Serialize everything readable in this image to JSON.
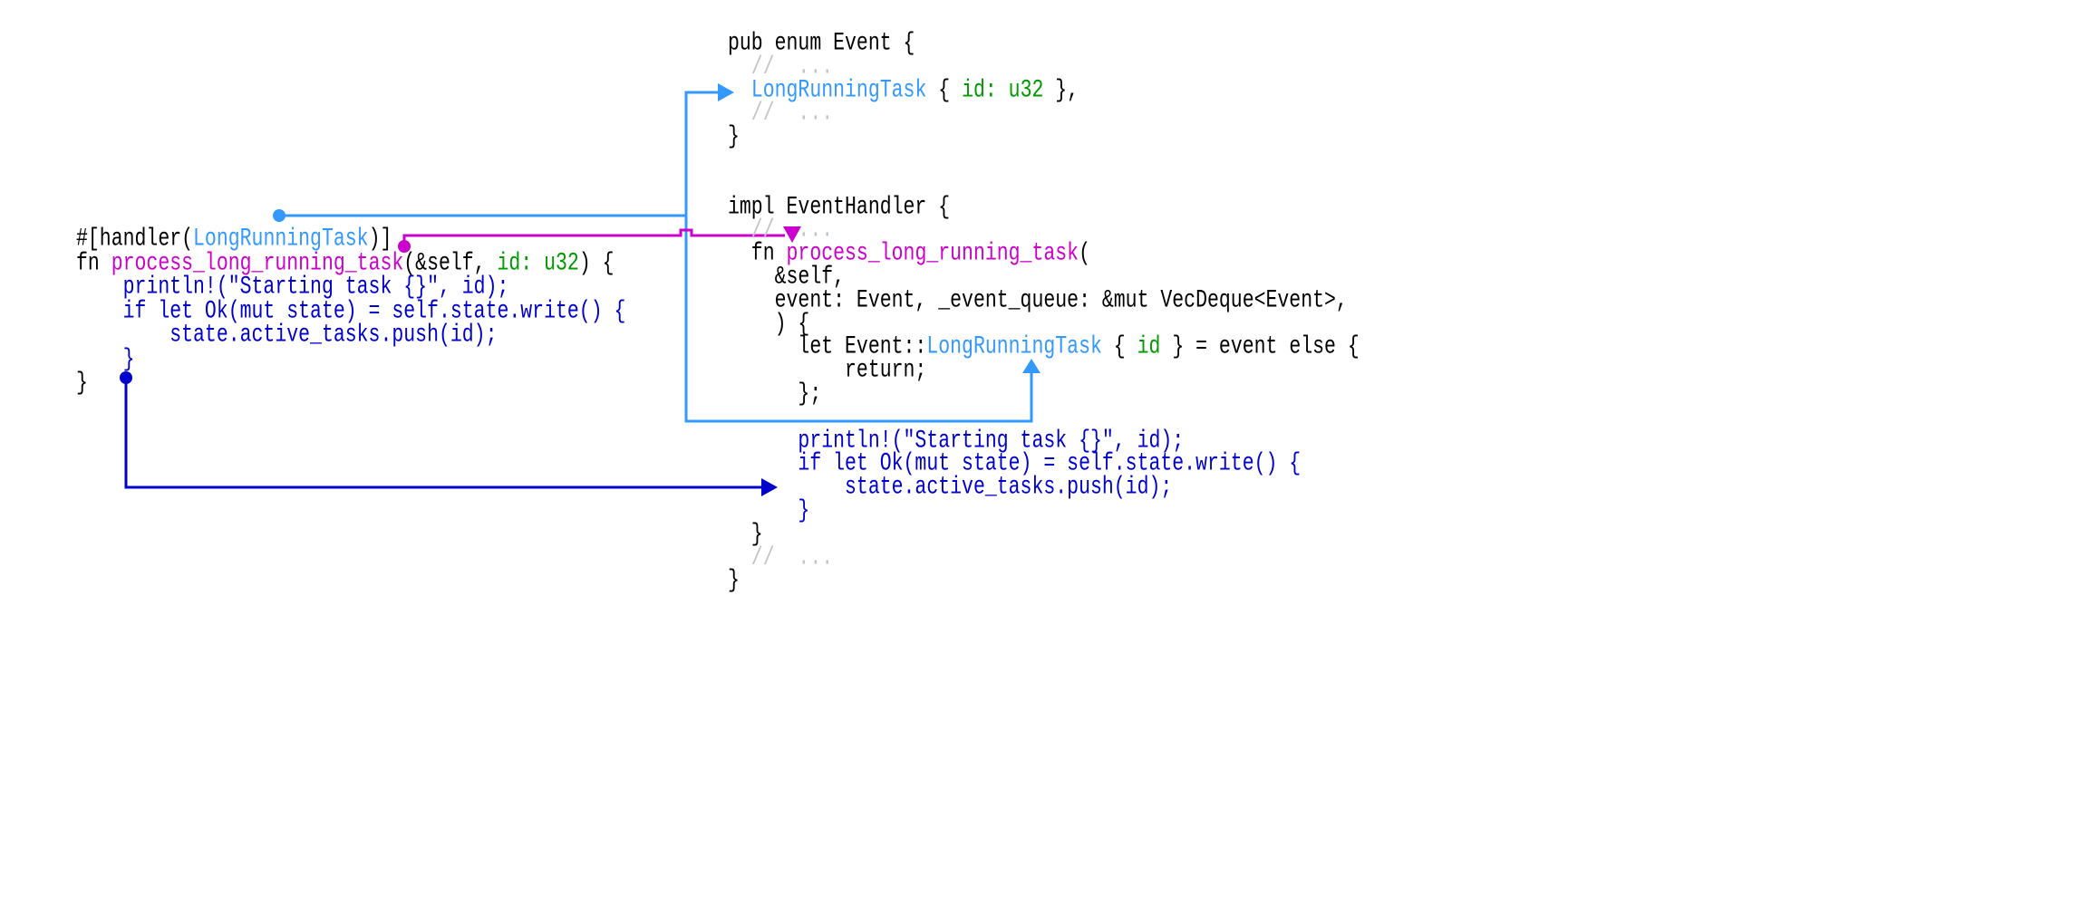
{
  "colors": {
    "type": "#3399ff",
    "function": "#cc00cc",
    "field": "#009900",
    "body": "#0000cc",
    "comment": "#c4c4c4",
    "text": "#000000"
  },
  "left_code": [
    [
      [
        "#[handler(",
        "k"
      ],
      [
        "LongRunningTask",
        "t"
      ],
      [
        ")]",
        "k"
      ]
    ],
    [
      [
        "fn ",
        "k"
      ],
      [
        "process_long_running_task",
        "f"
      ],
      [
        "(&self, ",
        "k"
      ],
      [
        "id: u32",
        "g"
      ],
      [
        ") {",
        "k"
      ]
    ],
    [
      [
        "    println!(\"Starting task {}\", id);",
        "b"
      ]
    ],
    [
      [
        "    if let Ok(mut state) = self.state.write() {",
        "b"
      ]
    ],
    [
      [
        "        state.active_tasks.push(id);",
        "b"
      ]
    ],
    [
      [
        "    }",
        "b"
      ]
    ],
    [
      [
        "}",
        "k"
      ]
    ]
  ],
  "right_code": [
    [
      [
        "pub enum Event {",
        "k"
      ]
    ],
    [
      [
        "  //  ...",
        "c"
      ]
    ],
    [
      [
        "  ",
        "k"
      ],
      [
        "LongRunningTask",
        "t"
      ],
      [
        " { ",
        "k"
      ],
      [
        "id: u32",
        "g"
      ],
      [
        " },",
        "k"
      ]
    ],
    [
      [
        "  //  ...",
        "c"
      ]
    ],
    [
      [
        "}",
        "k"
      ]
    ],
    [
      [
        "",
        "k"
      ]
    ],
    [
      [
        "",
        "k"
      ]
    ],
    [
      [
        "impl EventHandler {",
        "k"
      ]
    ],
    [
      [
        "  //  ...",
        "c"
      ]
    ],
    [
      [
        "  fn ",
        "k"
      ],
      [
        "process_long_running_task",
        "f"
      ],
      [
        "(",
        "k"
      ]
    ],
    [
      [
        "    &self,",
        "k"
      ]
    ],
    [
      [
        "    event: Event, _event_queue: &mut VecDeque<Event>,",
        "k"
      ]
    ],
    [
      [
        "    ) {",
        "k"
      ]
    ],
    [
      [
        "      let Event::",
        "k"
      ],
      [
        "LongRunningTask",
        "t"
      ],
      [
        " { ",
        "k"
      ],
      [
        "id",
        "g"
      ],
      [
        " } = event else {",
        "k"
      ]
    ],
    [
      [
        "          return;",
        "k"
      ]
    ],
    [
      [
        "      };",
        "k"
      ]
    ],
    [
      [
        "",
        "k"
      ]
    ],
    [
      [
        "      println!(\"Starting task {}\", id);",
        "b"
      ]
    ],
    [
      [
        "      if let Ok(mut state) = self.state.write() {",
        "b"
      ]
    ],
    [
      [
        "          state.active_tasks.push(id);",
        "b"
      ]
    ],
    [
      [
        "      }",
        "b"
      ]
    ],
    [
      [
        "  }",
        "k"
      ]
    ],
    [
      [
        "  //  ...",
        "c"
      ]
    ],
    [
      [
        "}",
        "k"
      ]
    ]
  ]
}
